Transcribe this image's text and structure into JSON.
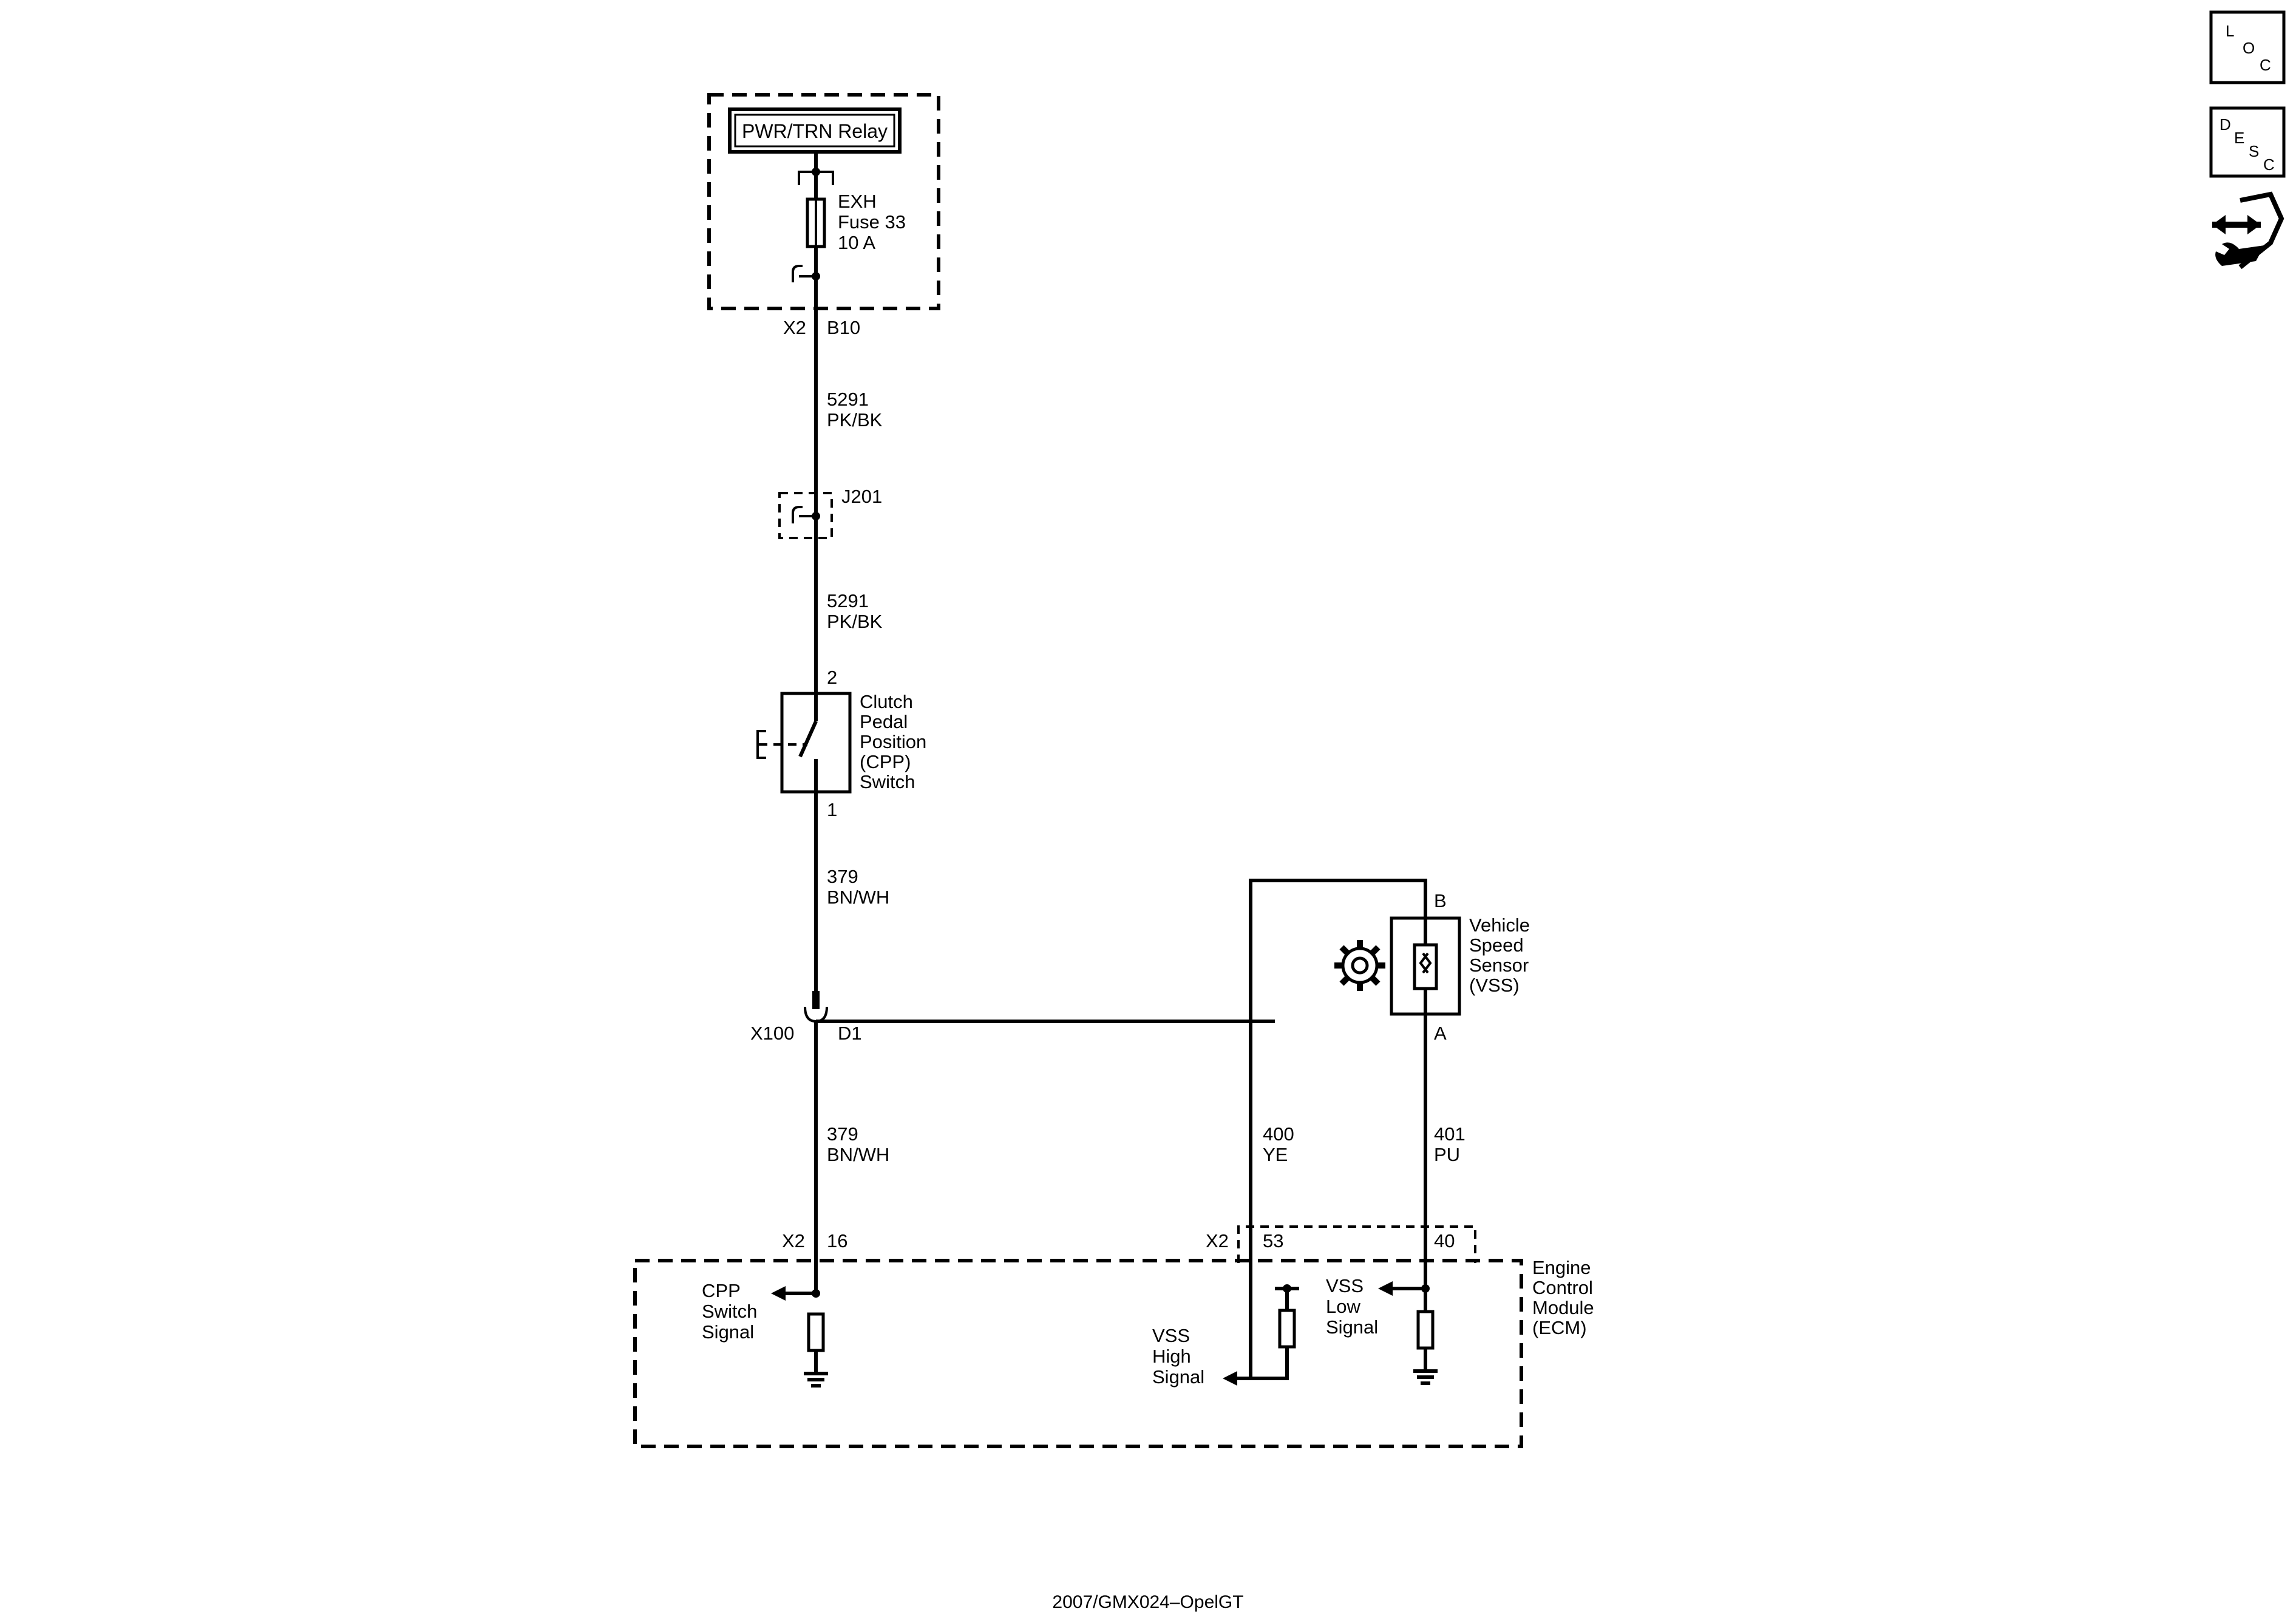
{
  "power": {
    "relay_label": "PWR/TRN Relay",
    "fuse_name": "EXH",
    "fuse_number": "Fuse 33",
    "fuse_rating": "10 A",
    "connector": "X2",
    "pin": "B10"
  },
  "cpp_circuit": {
    "wire_upper_1": {
      "circuit": "5291",
      "color": "PK/BK"
    },
    "splice": "J201",
    "wire_upper_2": {
      "circuit": "5291",
      "color": "PK/BK"
    },
    "switch_pin_top": "2",
    "switch_pin_bottom": "1",
    "switch_label": [
      "Clutch",
      "Pedal",
      "Position",
      "(CPP)",
      "Switch"
    ],
    "wire_lower_1": {
      "circuit": "379",
      "color": "BN/WH"
    },
    "inline_connector": "X100",
    "inline_pin": "D1",
    "wire_lower_2": {
      "circuit": "379",
      "color": "BN/WH"
    },
    "ecm_connector": "X2",
    "ecm_pin": "16",
    "signal_label": [
      "CPP",
      "Switch",
      "Signal"
    ]
  },
  "vss_circuit": {
    "sensor_label": [
      "Vehicle",
      "Speed",
      "Sensor",
      "(VSS)"
    ],
    "pin_b": "B",
    "pin_a": "A",
    "wire_high": {
      "circuit": "400",
      "color": "YE"
    },
    "wire_low": {
      "circuit": "401",
      "color": "PU"
    },
    "ecm_connector": "X2",
    "pin_high": "53",
    "pin_low": "40",
    "high_signal_label": [
      "VSS",
      "High",
      "Signal"
    ],
    "low_signal_label": [
      "VSS",
      "Low",
      "Signal"
    ]
  },
  "ecm": {
    "label": [
      "Engine",
      "Control",
      "Module",
      "(ECM)"
    ]
  },
  "nav": {
    "loc": [
      "L",
      "O",
      "C"
    ],
    "desc": [
      "D",
      "E",
      "S",
      "C"
    ]
  },
  "footer": {
    "code": "2007/GMX024–OpelGT"
  }
}
